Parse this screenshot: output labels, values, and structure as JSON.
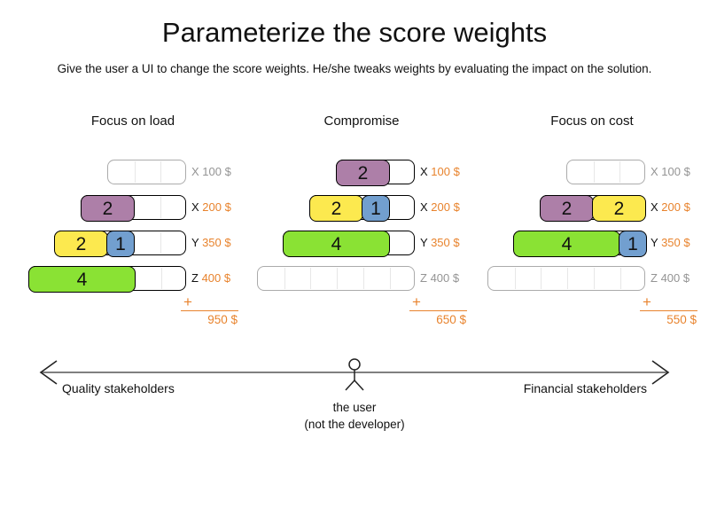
{
  "title": "Parameterize the score weights",
  "subtitle": "Give the user a UI to change the score weights. He/she tweaks weights by evaluating the impact on the solution.",
  "colors": {
    "purple": "#ad7fa8",
    "yellow": "#fce94f",
    "blue": "#729fcf",
    "green": "#8ae234",
    "orange": "#e8832d",
    "unused_text": "#949494",
    "used_text": "#111111",
    "grid_line": "#e7e7e7",
    "axis_line": "#808080"
  },
  "columns": [
    {
      "title": "Focus on load",
      "rows": [
        {
          "capacity": 3,
          "resource": "X",
          "price": "100 $",
          "used": false,
          "blocks": []
        },
        {
          "capacity": 4,
          "resource": "X",
          "price": "200 $",
          "used": true,
          "blocks": [
            {
              "value": "2",
              "size": 2,
              "color": "purple"
            }
          ]
        },
        {
          "capacity": 5,
          "resource": "Y",
          "price": "350 $",
          "used": true,
          "blocks": [
            {
              "value": "2",
              "size": 2,
              "color": "yellow"
            },
            {
              "value": "1",
              "size": 1,
              "color": "blue"
            }
          ]
        },
        {
          "capacity": 6,
          "resource": "Z",
          "price": "400 $",
          "used": true,
          "blocks": [
            {
              "value": "4",
              "size": 4,
              "color": "green"
            }
          ]
        }
      ],
      "plus": "+",
      "total": "950 $"
    },
    {
      "title": "Compromise",
      "rows": [
        {
          "capacity": 3,
          "resource": "X",
          "price": "100 $",
          "used": true,
          "blocks": [
            {
              "value": "2",
              "size": 2,
              "color": "purple"
            }
          ]
        },
        {
          "capacity": 4,
          "resource": "X",
          "price": "200 $",
          "used": true,
          "blocks": [
            {
              "value": "2",
              "size": 2,
              "color": "yellow"
            },
            {
              "value": "1",
              "size": 1,
              "color": "blue"
            }
          ]
        },
        {
          "capacity": 5,
          "resource": "Y",
          "price": "350 $",
          "used": true,
          "blocks": [
            {
              "value": "4",
              "size": 4,
              "color": "green"
            }
          ]
        },
        {
          "capacity": 6,
          "resource": "Z",
          "price": "400 $",
          "used": false,
          "blocks": []
        }
      ],
      "plus": "+",
      "total": "650 $"
    },
    {
      "title": "Focus on cost",
      "rows": [
        {
          "capacity": 3,
          "resource": "X",
          "price": "100 $",
          "used": false,
          "blocks": []
        },
        {
          "capacity": 4,
          "resource": "X",
          "price": "200 $",
          "used": true,
          "blocks": [
            {
              "value": "2",
              "size": 2,
              "color": "purple"
            },
            {
              "value": "2",
              "size": 2,
              "color": "yellow"
            }
          ]
        },
        {
          "capacity": 5,
          "resource": "Y",
          "price": "350 $",
          "used": true,
          "blocks": [
            {
              "value": "4",
              "size": 4,
              "color": "green"
            },
            {
              "value": "1",
              "size": 1,
              "color": "blue"
            }
          ]
        },
        {
          "capacity": 6,
          "resource": "Z",
          "price": "400 $",
          "used": false,
          "blocks": []
        }
      ],
      "plus": "+",
      "total": "550 $"
    }
  ],
  "axis": {
    "left_label": "Quality stakeholders",
    "right_label": "Financial stakeholders",
    "figure_caption_line1": "the user",
    "figure_caption_line2": "(not the developer)"
  }
}
